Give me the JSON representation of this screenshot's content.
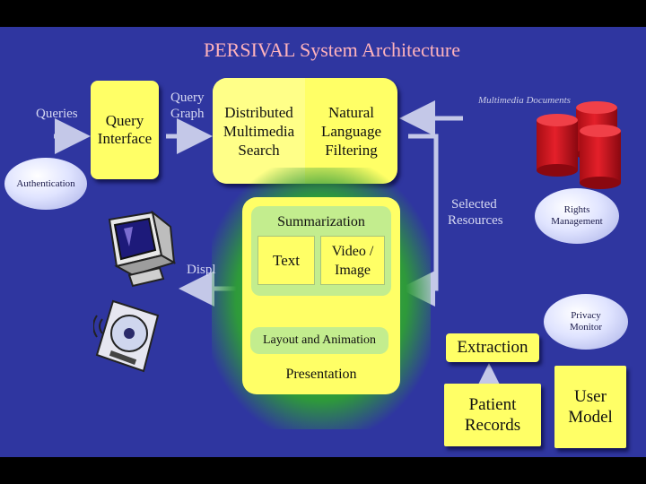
{
  "title": "PERSIVAL System Architecture",
  "labels": {
    "queries": "Queries",
    "query_graph_1": "Query",
    "query_graph_2": "Graph",
    "multimedia_documents": "Multimedia Documents",
    "selected_resources_1": "Selected",
    "selected_resources_2": "Resources",
    "display": "Displ"
  },
  "boxes": {
    "query_interface_1": "Query",
    "query_interface_2": "Interface",
    "dms_1": "Distributed",
    "dms_2": "Multimedia",
    "dms_3": "Search",
    "nlf_1": "Natural",
    "nlf_2": "Language",
    "nlf_3": "Filtering",
    "summarization": "Summarization",
    "text": "Text",
    "video_1": "Video /",
    "video_2": "Image",
    "layout": "Layout and Animation",
    "presentation": "Presentation",
    "extraction": "Extraction",
    "patient_1": "Patient",
    "patient_2": "Records",
    "user_1": "User",
    "user_2": "Model"
  },
  "ellipses": {
    "authentication": "Authentication",
    "rights_1": "Rights",
    "rights_2": "Management",
    "privacy_1": "Privacy",
    "privacy_2": "Monitor"
  },
  "colors": {
    "background": "#2f36a0",
    "box_yellow": "#ffff66",
    "title": "#ffb3bc",
    "glow": "#4cc44a",
    "database": "#d4141e"
  },
  "icons": [
    "monitor-icon",
    "cd-player-icon",
    "database-icon"
  ]
}
